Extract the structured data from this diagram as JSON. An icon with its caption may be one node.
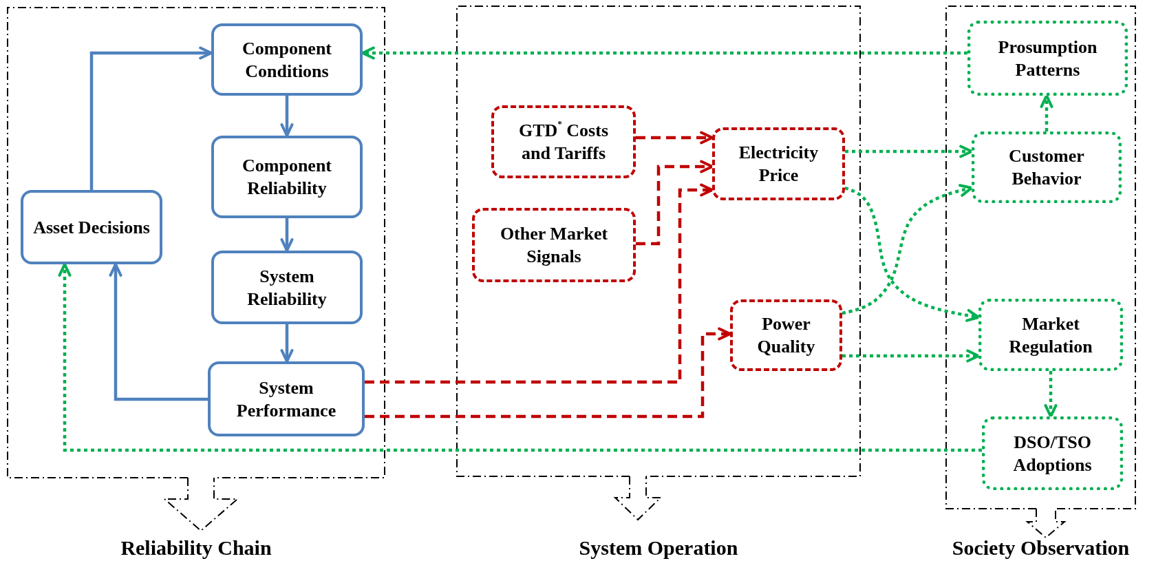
{
  "diagram": {
    "nodes": [
      {
        "text": [
          "Reliability Chain"
        ]
      },
      {
        "text": [
          "Component Conditions"
        ],
        "in": 0
      },
      {
        "text": [
          "Component Reliability"
        ],
        "in": 0
      },
      {
        "text": [
          "System Reliability"
        ],
        "in": 0
      },
      {
        "text": [
          "System Performance"
        ],
        "in": 0
      },
      {
        "text": [
          "Asset Decisions"
        ],
        "in": 0
      },
      {
        "text": [
          "System Operation"
        ]
      },
      {
        "text": [
          "GTD$^{*}$ Costs and Tariffs"
        ],
        "in": 6
      },
      {
        "text": [
          "Other Market Signals"
        ],
        "in": 6
      },
      {
        "text": [
          "Electricity Price"
        ],
        "in": 6
      },
      {
        "text": [
          "Power Quality"
        ],
        "in": 6
      },
      {
        "text": [
          "Society Observation"
        ]
      },
      {
        "text": [
          "Prosumption Patterns"
        ],
        "in": 11
      },
      {
        "text": [
          "Customer Behavior"
        ],
        "in": 11
      },
      {
        "text": [
          "Market Regulation"
        ],
        "in": 11
      },
      {
        "text": [
          "DSO/TSO Adoptions"
        ],
        "in": 11
      }
    ],
    "edges": [
      {
        "from": 5,
        "to": 1,
        "arrow": "to",
        "color": "#4f81bd"
      },
      {
        "from": 1,
        "to": 2,
        "arrow": "to",
        "color": "#4f81bd"
      },
      {
        "from": 2,
        "to": 3,
        "arrow": "to",
        "color": "#4f81bd"
      },
      {
        "from": 3,
        "to": 4,
        "arrow": "to",
        "color": "#4f81bd"
      },
      {
        "from": 4,
        "to": 5,
        "arrow": "to",
        "color": "#4f81bd"
      },
      {
        "from": 12,
        "to": 1,
        "arrow": "to",
        "style": "dashed"
      },
      {
        "from": 15,
        "to": 5,
        "arrow": "to",
        "style": "dashed"
      },
      {
        "from": 7,
        "to": 9,
        "arrow": "to",
        "style": "dashed",
        "color": "#c00000"
      },
      {
        "from": 8,
        "to": 9,
        "arrow": "to",
        "style": "dashed",
        "color": "#c00000"
      },
      {
        "from": 4,
        "to": 9,
        "arrow": "to",
        "style": "dashed",
        "color": "#c00000"
      },
      {
        "from": 4,
        "to": 10,
        "arrow": "to",
        "style": "dashed",
        "color": "#c00000"
      },
      {
        "from": 9,
        "to": 13,
        "arrow": "to",
        "style": "dashed"
      },
      {
        "from": 9,
        "to": 14,
        "arrow": "to",
        "style": "dashed"
      },
      {
        "from": 10,
        "to": 13,
        "arrow": "to",
        "style": "dashed"
      },
      {
        "from": 10,
        "to": 14,
        "arrow": "to",
        "style": "dashed"
      },
      {
        "from": 13,
        "to": 12,
        "arrow": "to",
        "style": "dashed"
      },
      {
        "from": 14,
        "to": 15,
        "arrow": "to",
        "style": "dashed"
      }
    ]
  }
}
